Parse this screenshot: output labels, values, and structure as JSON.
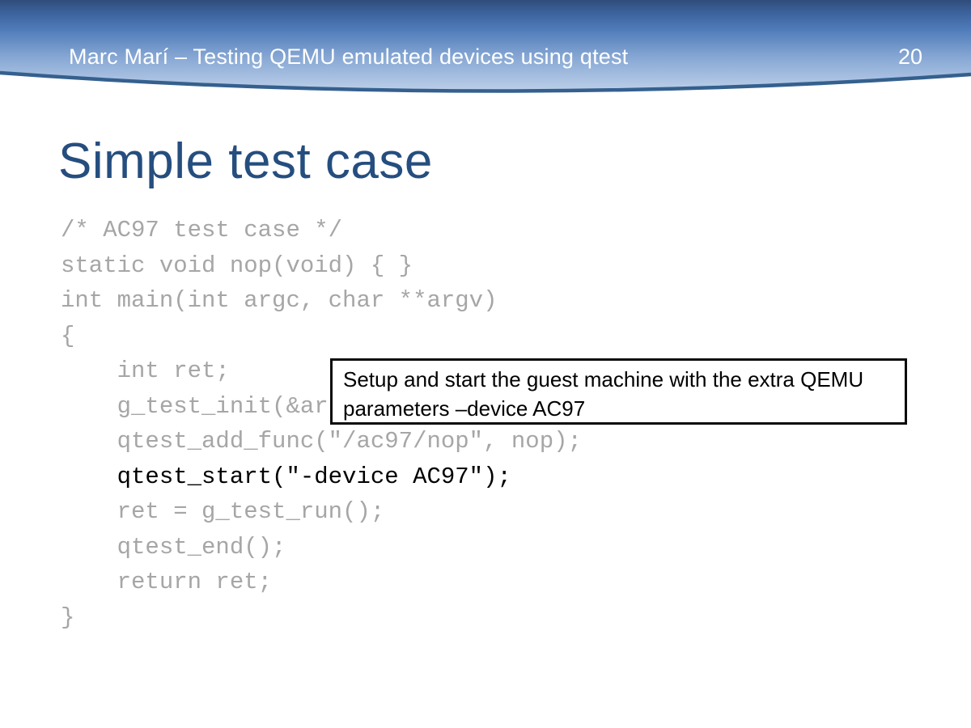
{
  "slide": {
    "header": {
      "title": "Marc Marí – Testing QEMU emulated devices using qtest",
      "page_number": "20"
    },
    "title": "Simple test case",
    "code": {
      "lines": [
        "/* AC97 test case */",
        "static void nop(void) { }",
        "int main(int argc, char **argv)",
        "{",
        "    int ret;",
        "    g_test_init(&ar",
        "    qtest_add_func(\"/ac97/nop\", nop);",
        "    qtest_start(\"-device AC97\");",
        "    ret = g_test_run();",
        "    qtest_end();",
        "    return ret;",
        "}"
      ],
      "highlighted_line_index": 7
    },
    "callout": {
      "line1": "Setup and start the guest machine with the extra QEMU",
      "line2": "parameters –device AC97"
    }
  },
  "colors": {
    "title-blue": "#254E7F",
    "code-gray": "#A6A6A6",
    "code-highlight": "#000000",
    "header-gradient-top": "#2F4C7A",
    "header-gradient-mid": "#4E7BB9",
    "header-gradient-bottom": "#BDD0E9",
    "header-curve-line": "#35608E"
  }
}
